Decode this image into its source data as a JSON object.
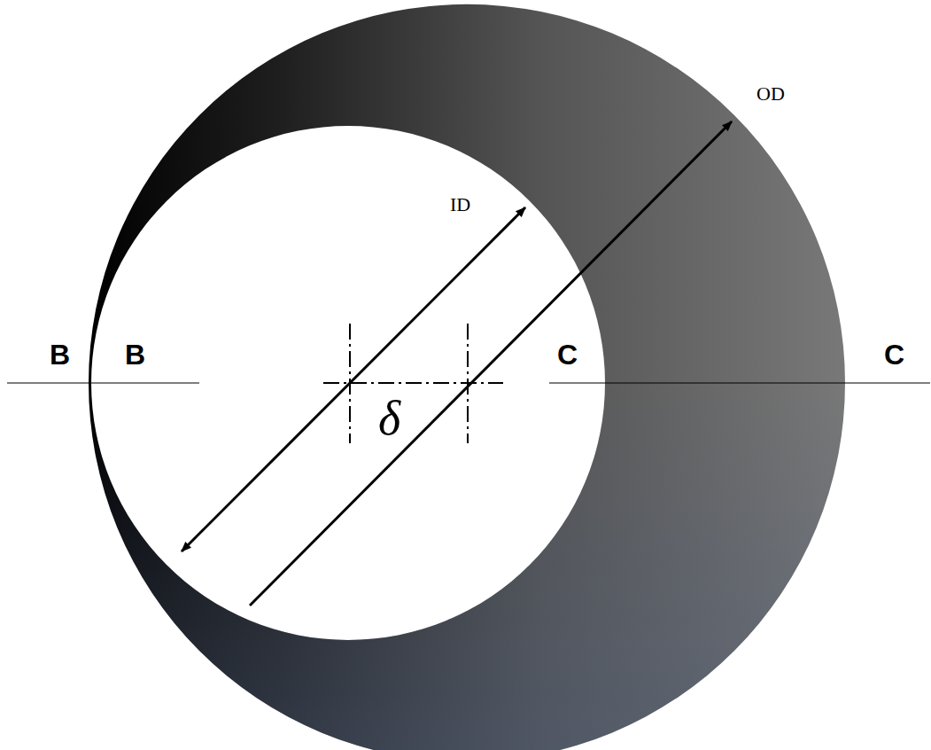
{
  "diagram": {
    "labels": [
      "B",
      "B",
      "C",
      "C",
      "ID",
      "OD",
      "δ"
    ]
  }
}
